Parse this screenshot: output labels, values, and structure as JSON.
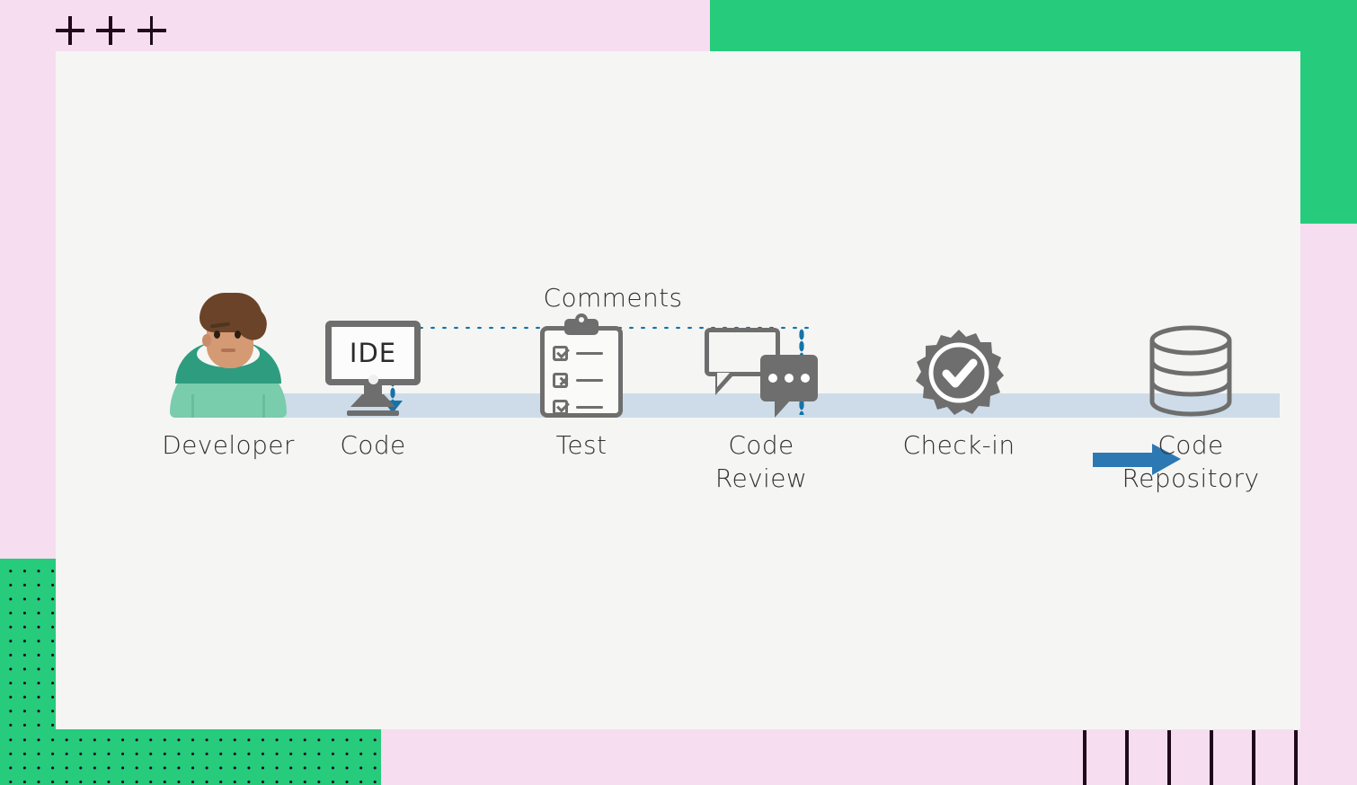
{
  "page": {
    "background_color": "#F7DDF0",
    "card_background_color": "#F5F5F4",
    "accent_green": "#26CB7C",
    "accent_blue": "#1673A8",
    "arrow_blue": "#2C78B2",
    "track_blue": "#CDDCE8",
    "icon_gray": "#6E6E6E",
    "text_color": "#33312F"
  },
  "decorations": {
    "plus_marks": [
      "+",
      "+",
      "+"
    ],
    "bar_count": 6
  },
  "diagram": {
    "title": "",
    "track_label": "",
    "stages": [
      {
        "id": "developer",
        "label": "Developer",
        "icon": "person-avatar-icon"
      },
      {
        "id": "code",
        "label": "Code",
        "icon": "monitor-ide-icon",
        "screen_text": "IDE"
      },
      {
        "id": "test",
        "label": "Test",
        "icon": "clipboard-checklist-icon",
        "checklist": [
          "check",
          "cross",
          "check"
        ]
      },
      {
        "id": "code-review",
        "label": "Code\nReview",
        "icon": "speech-bubbles-icon"
      },
      {
        "id": "check-in",
        "label": "Check-in",
        "icon": "badge-check-icon"
      },
      {
        "id": "code-repository",
        "label": "Code\nRepository",
        "icon": "database-cylinder-icon"
      }
    ],
    "connectors": [
      {
        "id": "flow-arrow",
        "type": "arrow",
        "from": "check-in",
        "to": "code-repository",
        "label": ""
      },
      {
        "id": "feedback-loop",
        "type": "dotted-loop",
        "from": "code-review",
        "to": "code",
        "label": "Comments"
      }
    ]
  }
}
